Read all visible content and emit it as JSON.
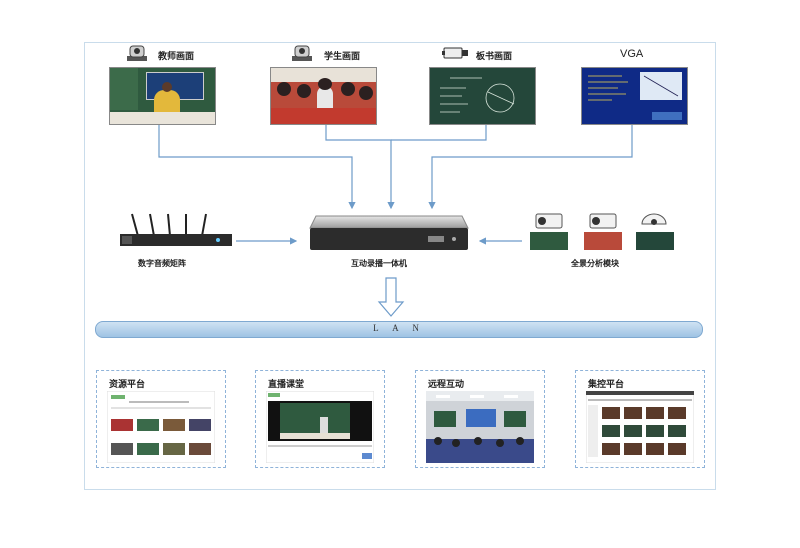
{
  "sources": [
    {
      "label": "教师画面"
    },
    {
      "label": "学生画面"
    },
    {
      "label": "板书画面"
    },
    {
      "label": "VGA"
    }
  ],
  "devices": {
    "left": "数字音频矩阵",
    "center": "互动录播一体机",
    "right": "全景分析模块"
  },
  "network": {
    "label": "L A N"
  },
  "platforms": [
    {
      "label": "资源平台"
    },
    {
      "label": "直播课堂"
    },
    {
      "label": "远程互动"
    },
    {
      "label": "集控平台"
    }
  ],
  "colors": {
    "wire": "#6d9bc9",
    "lan": "#9ec3e4",
    "card_border": "#8fb3d9",
    "frame_border": "#c9dceb"
  }
}
